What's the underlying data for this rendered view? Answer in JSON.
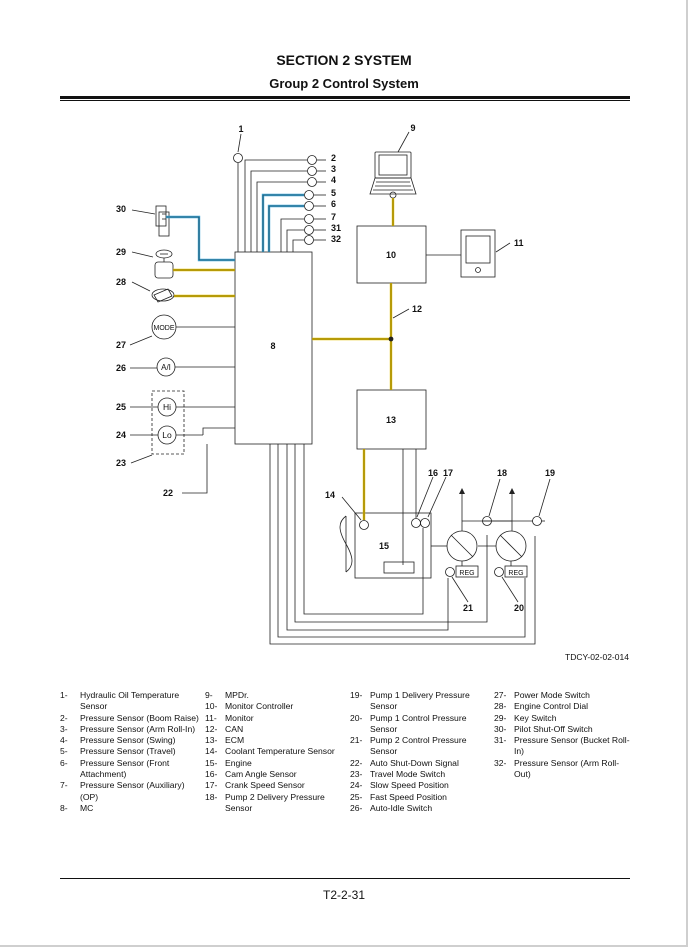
{
  "header": {
    "section_title": "SECTION 2 SYSTEM",
    "group_title": "Group 2 Control System"
  },
  "diagram": {
    "callouts": [
      "1",
      "2",
      "3",
      "4",
      "5",
      "6",
      "7",
      "31",
      "32",
      "9",
      "10",
      "11",
      "12",
      "13",
      "8",
      "30",
      "29",
      "28",
      "27",
      "26",
      "25",
      "24",
      "23",
      "22",
      "14",
      "15",
      "16",
      "17",
      "18",
      "19",
      "20",
      "21"
    ],
    "block_labels": {
      "mc": "8",
      "monitor_controller": "10",
      "ecm": "13",
      "engine": "15"
    },
    "switch_labels": {
      "mode": "MODE",
      "auto_idle": "A/I",
      "hi": "Hi",
      "lo": "Lo"
    },
    "reg_label": "REG",
    "figure_id": "TDCY-02-02-014",
    "colors": {
      "can": "#e8c300",
      "pilot": "#3aa6d8",
      "line": "#222222"
    }
  },
  "legend": {
    "col1": [
      {
        "num": "1-",
        "text": "Hydraulic Oil Temperature Sensor"
      },
      {
        "num": "2-",
        "text": "Pressure Sensor (Boom Raise)"
      },
      {
        "num": "3-",
        "text": "Pressure Sensor (Arm Roll-In)"
      },
      {
        "num": "4-",
        "text": "Pressure Sensor (Swing)"
      },
      {
        "num": "5-",
        "text": "Pressure Sensor (Travel)"
      },
      {
        "num": "6-",
        "text": "Pressure Sensor (Front Attachment)"
      },
      {
        "num": "7-",
        "text": "Pressure Sensor (Auxiliary) (OP)"
      },
      {
        "num": "8-",
        "text": "MC"
      }
    ],
    "col2": [
      {
        "num": "9-",
        "text": "MPDr."
      },
      {
        "num": "10-",
        "text": "Monitor Controller"
      },
      {
        "num": "11-",
        "text": "Monitor"
      },
      {
        "num": "12-",
        "text": "CAN"
      },
      {
        "num": "13-",
        "text": "ECM"
      },
      {
        "num": "14-",
        "text": "Coolant Temperature Sensor"
      },
      {
        "num": "15-",
        "text": "Engine"
      },
      {
        "num": "16-",
        "text": "Cam Angle Sensor"
      },
      {
        "num": "17-",
        "text": "Crank Speed Sensor"
      },
      {
        "num": "18-",
        "text": "Pump 2 Delivery Pressure Sensor"
      }
    ],
    "col3": [
      {
        "num": "19-",
        "text": "Pump 1 Delivery Pressure Sensor"
      },
      {
        "num": "20-",
        "text": "Pump 1 Control Pressure Sensor"
      },
      {
        "num": "21-",
        "text": "Pump 2 Control Pressure Sensor"
      },
      {
        "num": "22-",
        "text": "Auto Shut-Down Signal"
      },
      {
        "num": "23-",
        "text": "Travel Mode Switch"
      },
      {
        "num": "24-",
        "text": "Slow Speed Position"
      },
      {
        "num": "25-",
        "text": "Fast Speed Position"
      },
      {
        "num": "26-",
        "text": "Auto-Idle Switch"
      }
    ],
    "col4": [
      {
        "num": "27-",
        "text": "Power Mode Switch"
      },
      {
        "num": "28-",
        "text": "Engine Control Dial"
      },
      {
        "num": "29-",
        "text": "Key Switch"
      },
      {
        "num": "30-",
        "text": "Pilot Shut-Off Switch"
      },
      {
        "num": "31-",
        "text": "Pressure Sensor (Bucket Roll-In)"
      },
      {
        "num": "32-",
        "text": "Pressure Sensor (Arm Roll-Out)"
      }
    ]
  },
  "footer": {
    "page_number": "T2-2-31"
  }
}
